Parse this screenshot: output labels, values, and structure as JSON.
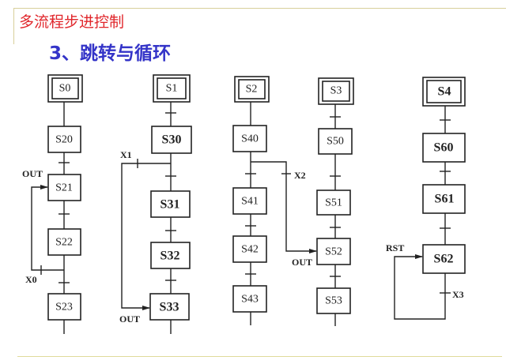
{
  "header": {
    "section_title": "多流程步进控制",
    "subtitle": "3、跳转与循环"
  },
  "diagram": {
    "chain0": {
      "initial": "S0",
      "steps": [
        "S20",
        "S21",
        "S22",
        "S23"
      ],
      "jump_label": "OUT",
      "cond_label": "X0"
    },
    "chain1": {
      "initial": "S1",
      "steps": [
        "S30",
        "S31",
        "S32",
        "S33"
      ],
      "cond_label": "X1",
      "jump_label": "OUT"
    },
    "chain2": {
      "initial": "S2",
      "steps": [
        "S40",
        "S41",
        "S42",
        "S43"
      ],
      "cond_label": "X2"
    },
    "chain3": {
      "initial": "S3",
      "steps": [
        "S50",
        "S51",
        "S52",
        "S53"
      ],
      "jump_label": "OUT"
    },
    "chain4": {
      "initial": "S4",
      "steps": [
        "S60",
        "S61",
        "S62"
      ],
      "reset_label": "RST",
      "cond_label": "X3"
    }
  }
}
